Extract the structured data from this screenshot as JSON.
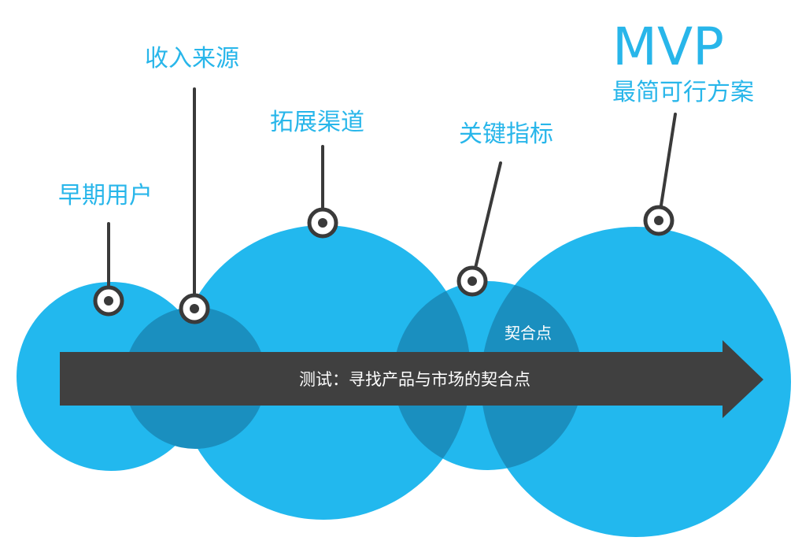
{
  "colors": {
    "circle": "#22b8ee",
    "overlap": "#1a8fbf",
    "label": "#28b6ea",
    "arrow": "#404040",
    "pin": "#3a3a3a",
    "arrow_text": "#ffffff"
  },
  "labels": {
    "early_users": "早期用户",
    "revenue": "收入来源",
    "channels": "拓展渠道",
    "key_metrics": "关键指标",
    "mvp_title": "MVP",
    "mvp_subtitle": "最简可行方案"
  },
  "arrow_text": "测试：寻找产品与市场的契合点",
  "fit_point": "契合点"
}
